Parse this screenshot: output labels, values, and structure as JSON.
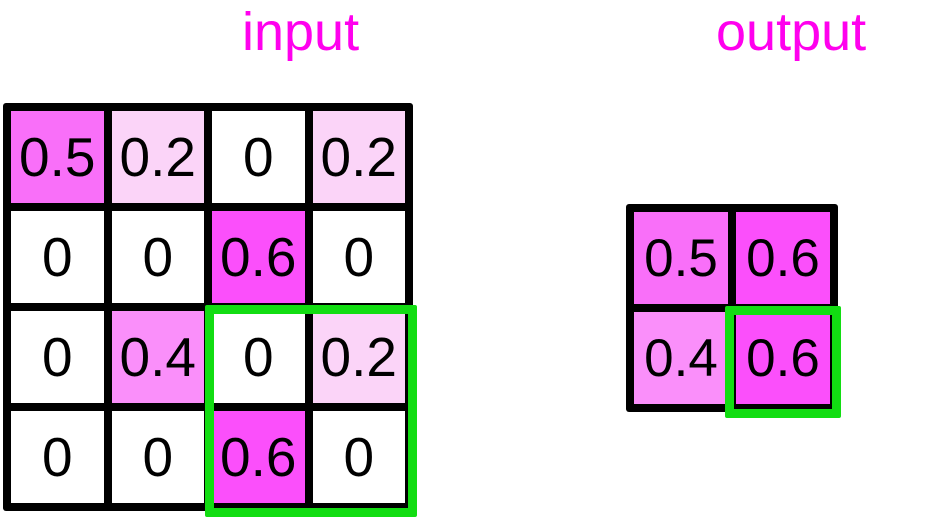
{
  "figure": {
    "type": "max-pooling-illustration",
    "background_color": "#ffffff",
    "label_color": "#ff00ee",
    "grid_border_color": "#000000",
    "selection_color": "#12dd12"
  },
  "panels": {
    "input": {
      "label": "input",
      "rows": 4,
      "cols": 4,
      "cells": [
        [
          {
            "value": "0.5",
            "fill": "#f96ff9"
          },
          {
            "value": "0.2",
            "fill": "#fbd4f8"
          },
          {
            "value": "0",
            "fill": "#ffffff"
          },
          {
            "value": "0.2",
            "fill": "#fbd4f8"
          }
        ],
        [
          {
            "value": "0",
            "fill": "#ffffff"
          },
          {
            "value": "0",
            "fill": "#ffffff"
          },
          {
            "value": "0.6",
            "fill": "#fb4ffb"
          },
          {
            "value": "0",
            "fill": "#ffffff"
          }
        ],
        [
          {
            "value": "0",
            "fill": "#ffffff"
          },
          {
            "value": "0.4",
            "fill": "#fa8ffa"
          },
          {
            "value": "0",
            "fill": "#ffffff"
          },
          {
            "value": "0.2",
            "fill": "#fbd4f8"
          }
        ],
        [
          {
            "value": "0",
            "fill": "#ffffff"
          },
          {
            "value": "0",
            "fill": "#ffffff"
          },
          {
            "value": "0.6",
            "fill": "#fb4ffb"
          },
          {
            "value": "0",
            "fill": "#ffffff"
          }
        ]
      ],
      "selection": {
        "name": "pooling-window",
        "rows": [
          3,
          4
        ],
        "cols": [
          3,
          4
        ]
      }
    },
    "output": {
      "label": "output",
      "rows": 2,
      "cols": 2,
      "cells": [
        [
          {
            "value": "0.5",
            "fill": "#f96ff9"
          },
          {
            "value": "0.6",
            "fill": "#fb4ffb"
          }
        ],
        [
          {
            "value": "0.4",
            "fill": "#fa8ffa"
          },
          {
            "value": "0.6",
            "fill": "#fb4ffb"
          }
        ]
      ],
      "selection": {
        "name": "pooled-result-cell",
        "row": 2,
        "col": 2
      }
    }
  }
}
